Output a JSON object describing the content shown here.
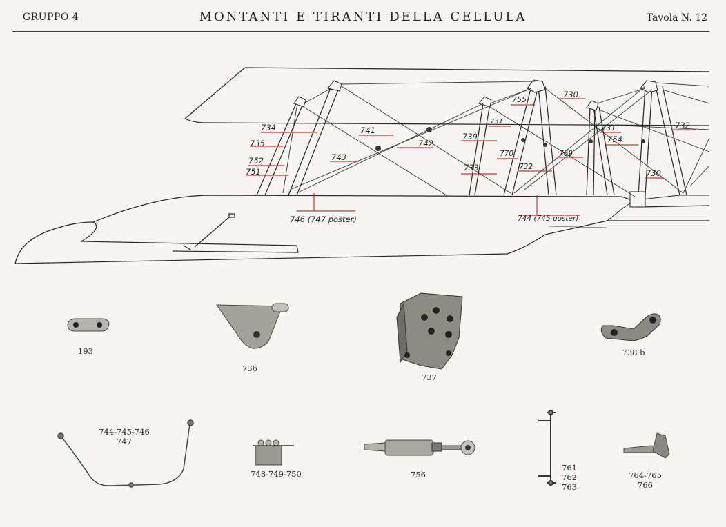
{
  "header": {
    "group": "GRUPPO 4",
    "title": "MONTANTI E TIRANTI DELLA CELLULA",
    "plate": "Tavola N. 12"
  },
  "callouts": [
    {
      "id": "c734",
      "text": "734"
    },
    {
      "id": "c735",
      "text": "735"
    },
    {
      "id": "c752",
      "text": "752"
    },
    {
      "id": "c751",
      "text": "751"
    },
    {
      "id": "c741",
      "text": "741"
    },
    {
      "id": "c743",
      "text": "743"
    },
    {
      "id": "c742",
      "text": "742"
    },
    {
      "id": "c739",
      "text": "739"
    },
    {
      "id": "c733",
      "text": "733"
    },
    {
      "id": "c731a",
      "text": "731"
    },
    {
      "id": "c770",
      "text": "770"
    },
    {
      "id": "c732a",
      "text": "732"
    },
    {
      "id": "c755",
      "text": "755"
    },
    {
      "id": "c730a",
      "text": "730"
    },
    {
      "id": "c769",
      "text": "769"
    },
    {
      "id": "c731b",
      "text": "731"
    },
    {
      "id": "c754",
      "text": "754"
    },
    {
      "id": "c732b",
      "text": "732"
    },
    {
      "id": "c730b",
      "text": "730"
    },
    {
      "id": "c746",
      "text": "746  (747 poster)"
    },
    {
      "id": "c744",
      "text": "744 (745 poster)"
    }
  ],
  "parts": [
    {
      "id": "p193",
      "label": "193"
    },
    {
      "id": "p736",
      "label": "736"
    },
    {
      "id": "p737",
      "label": "737"
    },
    {
      "id": "p738b",
      "label": "738 b"
    },
    {
      "id": "p744",
      "label": "744-745-746\n747"
    },
    {
      "id": "p748",
      "label": "748-749-750"
    },
    {
      "id": "p756",
      "label": "756"
    },
    {
      "id": "p761",
      "label": "761\n762\n763"
    },
    {
      "id": "p764",
      "label": "764-765\n766"
    }
  ],
  "colors": {
    "ink": "#222222",
    "callout_line": "#d8322a",
    "paper": "#f6f5f1",
    "metal": "#9a9890"
  }
}
